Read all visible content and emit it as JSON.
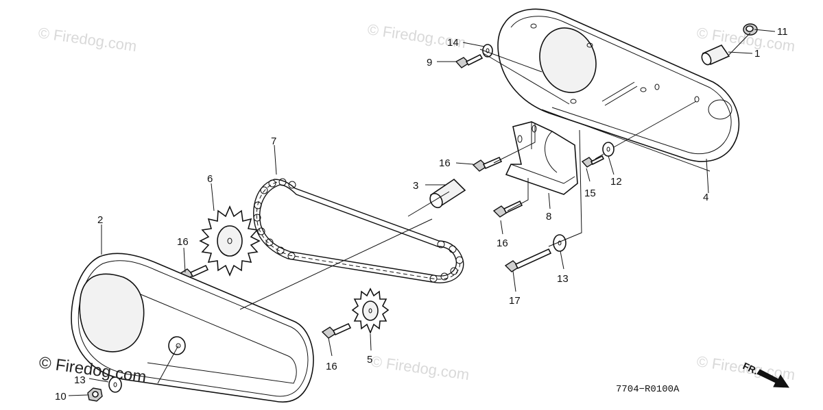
{
  "watermarks": {
    "top_left": "© Firedog.com",
    "top_center": "© Firedog.com",
    "top_right": "© Firedog.com",
    "bottom_center": "© Firedog.com",
    "bottom_right": "© Firedog.com",
    "bottom_left": "© Firedog.com"
  },
  "diagram_code": "7704−R0100A",
  "direction_label": "FR.",
  "callouts": {
    "c1": "1",
    "c2": "2",
    "c3": "3",
    "c4": "4",
    "c5": "5",
    "c6": "6",
    "c7": "7",
    "c8": "8",
    "c9": "9",
    "c10": "10",
    "c11": "11",
    "c12": "12",
    "c13a": "13",
    "c13b": "13",
    "c14": "14",
    "c15": "15",
    "c16a": "16",
    "c16b": "16",
    "c16c": "16",
    "c16d": "16",
    "c17": "17"
  }
}
